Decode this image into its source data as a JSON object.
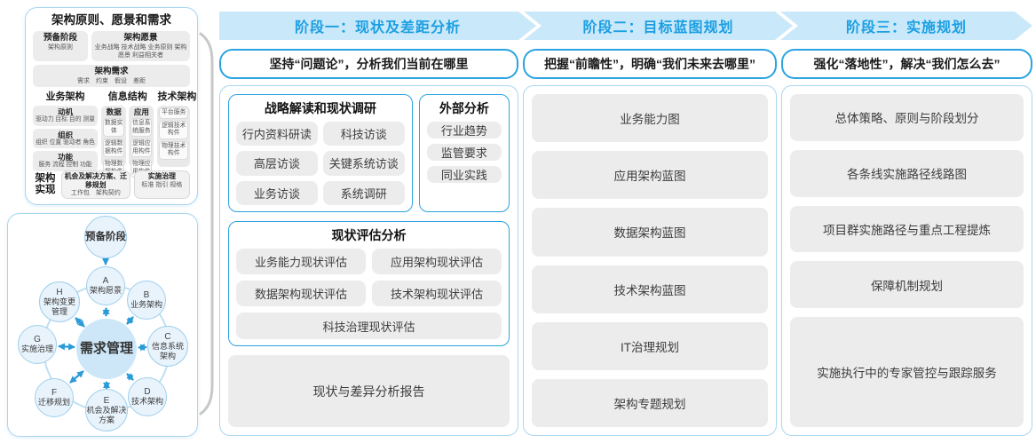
{
  "colors": {
    "accent_blue": "#1b9fe2",
    "band_bg": "#c9e8f9",
    "border_blue": "#2ba3e2",
    "panel_border_blue": "#a9d6ef",
    "chip_gray": "#ececec",
    "circle_fill": "#e8f3fc",
    "circle_border": "#9fcfec",
    "center_circle_fill": "#cde7f8",
    "arrow_blue": "#2b9cd8"
  },
  "left_top_panel": {
    "title": "架构原则、愿景和需求",
    "prep_box": {
      "title": "预备阶段",
      "line": "架构原则"
    },
    "vision_box": {
      "title": "架构愿景",
      "line": "业务战略 技术战略 业务原则 架构愿景 利益相关者"
    },
    "requirements_box": {
      "title": "架构需求",
      "line": "需求　约束　假设　差距"
    },
    "business": {
      "title": "业务架构",
      "boxes": [
        {
          "title": "动机",
          "line": "驱动力 目标 目的 测量"
        },
        {
          "title": "组织",
          "line": "组织 位置 驱动者 角色"
        },
        {
          "title": "功能",
          "line": "服务 流程 控制 功能"
        }
      ]
    },
    "information": {
      "title": "信息结构",
      "columns": [
        {
          "title": "数据",
          "chips": [
            "数据实体",
            "逻辑数据构件",
            "物理数据构件"
          ]
        },
        {
          "title": "应用",
          "chips": [
            "信息系统服务",
            "逻辑应用构件",
            "物理应用构件"
          ]
        }
      ]
    },
    "technology": {
      "title": "技术架构",
      "chips": [
        "平台服务",
        "逻辑技术构件",
        "物理技术构件"
      ]
    },
    "implementation": {
      "label": "架构实现",
      "boxes": [
        {
          "title": "机会及解决方案、迁移规划",
          "line": "工作包　架构契约"
        },
        {
          "title": "实施治理",
          "line": "标准 指引 规格"
        }
      ]
    }
  },
  "adm_cycle": {
    "prep_label": "预备阶段",
    "center_label": "需求管理",
    "nodes": [
      {
        "letter": "A",
        "label": "架构愿景"
      },
      {
        "letter": "B",
        "label": "业务架构"
      },
      {
        "letter": "C",
        "label": "信息系统架构"
      },
      {
        "letter": "D",
        "label": "技术架构"
      },
      {
        "letter": "E",
        "label": "机会及解决方案"
      },
      {
        "letter": "F",
        "label": "迁移规划"
      },
      {
        "letter": "G",
        "label": "实施治理"
      },
      {
        "letter": "H",
        "label": "架构变更管理"
      }
    ]
  },
  "phases": [
    {
      "header": "阶段一：现状及差距分析",
      "subtitle": "坚持“问题论”，分析我们当前在哪里"
    },
    {
      "header": "阶段二：目标蓝图规划",
      "subtitle": "把握“前瞻性”，明确“我们未来去哪里”",
      "items": [
        "业务能力图",
        "应用架构蓝图",
        "数据架构蓝图",
        "技术架构蓝图",
        "IT治理规划",
        "架构专题规划"
      ]
    },
    {
      "header": "阶段三：实施规划",
      "subtitle": "强化“落地性”，解决“我们怎么去”",
      "items": [
        "总体策略、原则与阶段划分",
        "各条线实施路径线路图",
        "项目群实施路径与重点工程提炼",
        "保障机制规划",
        "实施执行中的专家管控与跟踪服务"
      ]
    }
  ],
  "phase1": {
    "strategy_box": {
      "title": "战略解读和现状调研",
      "chips": [
        "行内资料研读",
        "科技访谈",
        "高层访谈",
        "关键系统访谈",
        "业务访谈",
        "系统调研"
      ]
    },
    "external_box": {
      "title": "外部分析",
      "chips": [
        "行业趋势",
        "监管要求",
        "同业实践"
      ]
    },
    "assessment_box": {
      "title": "现状评估分析",
      "chips": [
        "业务能力现状评估",
        "应用架构现状评估",
        "数据架构现状评估",
        "技术架构现状评估"
      ],
      "full_chip": "科技治理现状评估"
    },
    "report_chip": "现状与差异分析报告"
  }
}
